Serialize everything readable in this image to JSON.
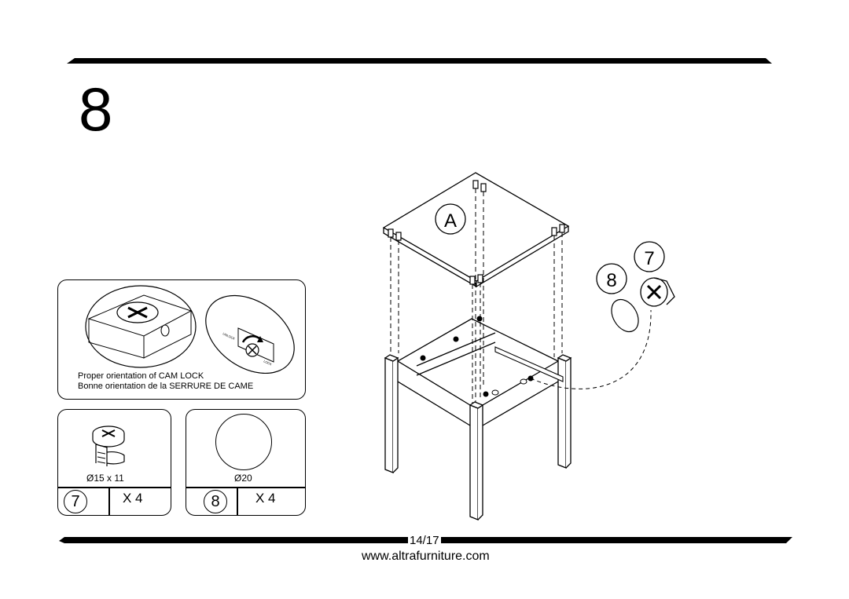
{
  "step": {
    "number": "8"
  },
  "cam_lock_panel": {
    "caption_en": "Proper orientation of CAM LOCK",
    "caption_fr": "Bonne orientation de la SERRURE DE CAME",
    "unlock_label": "UNLOCK",
    "lock_label": "LOCK"
  },
  "parts": [
    {
      "id": "7",
      "dimension": "Ø15 x 11",
      "quantity": "X 4",
      "name": "cam-lock"
    },
    {
      "id": "8",
      "dimension": "Ø20",
      "quantity": "X 4",
      "name": "cap-sticker"
    }
  ],
  "diagram": {
    "panel_label": "A",
    "callout_7": "7",
    "callout_8": "8"
  },
  "footer": {
    "page": "14/17",
    "website": "www.altrafurniture.com"
  }
}
